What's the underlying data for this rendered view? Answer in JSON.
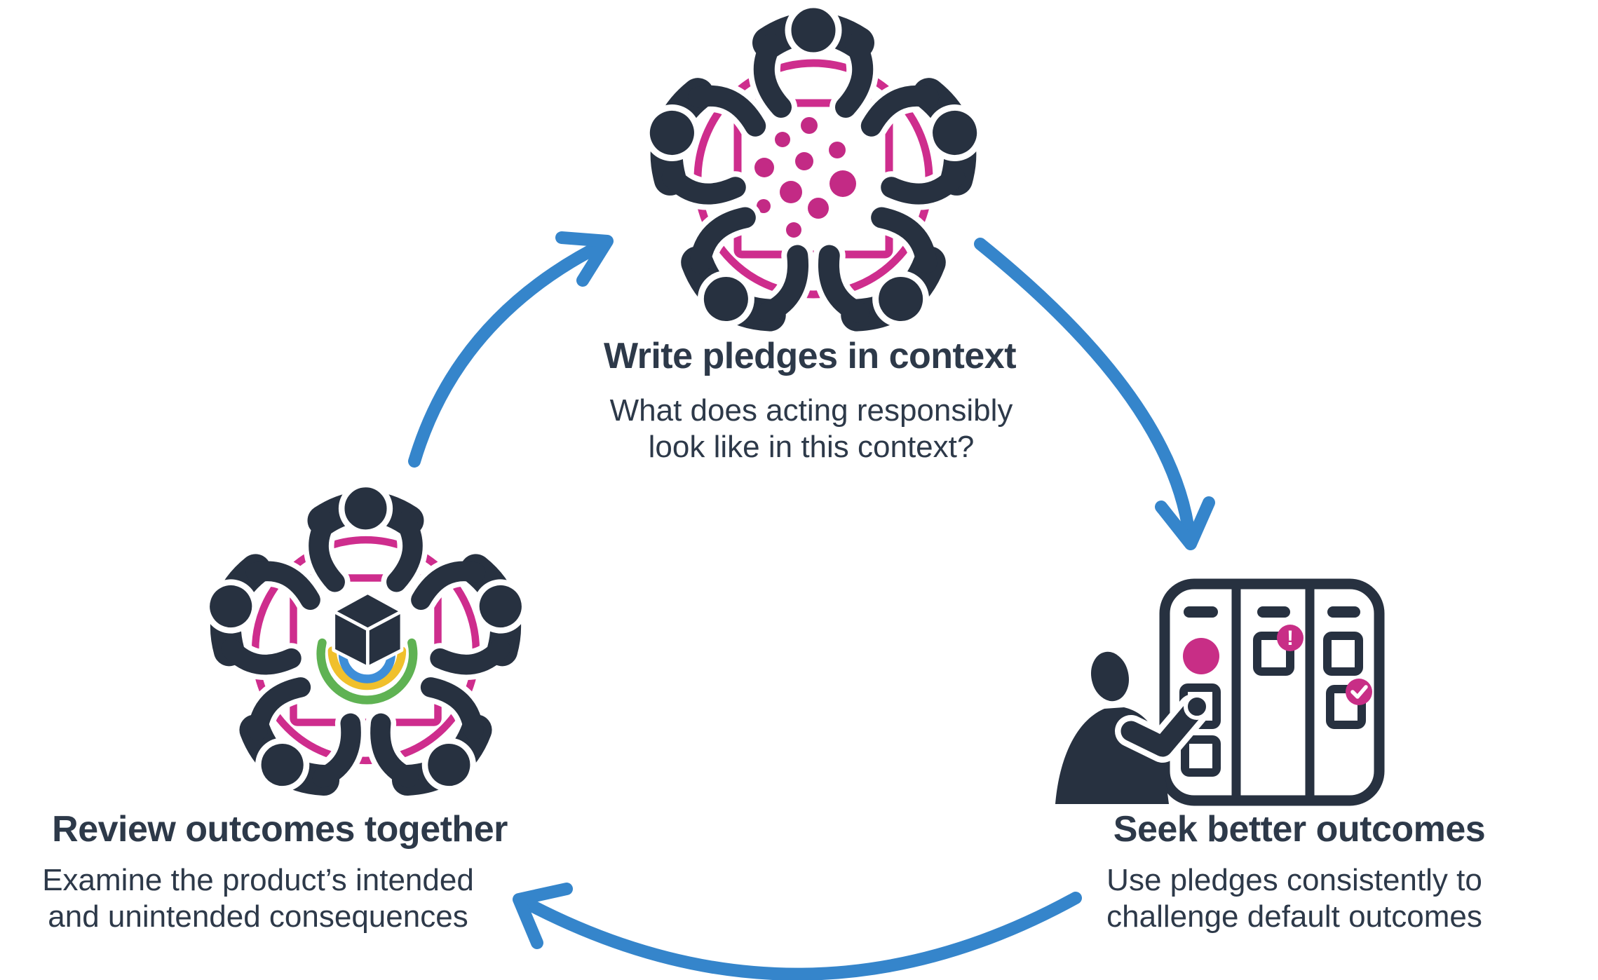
{
  "diagram": {
    "background": "#FFFFFF",
    "colors": {
      "icon_navy": "#273140",
      "text_navy": "#2D3949",
      "table_pink": "#CE2D8D",
      "dot_pink": "#C32A85",
      "badge_pink": "#C82E86",
      "arrow_blue": "#3585CB",
      "arc_blue": "#3E8ED8",
      "arc_yellow": "#F0C02C",
      "arc_green": "#5FB253"
    },
    "nodes": {
      "write": {
        "title": "Write pledges in context",
        "subtitle_lines": [
          "What does acting responsibly",
          "look like in this context?"
        ],
        "icon": "roundtable-ideas-icon"
      },
      "seek": {
        "title": "Seek better outcomes",
        "subtitle_lines": [
          "Use pledges consistently to",
          "challenge default outcomes"
        ],
        "icon": "kanban-board-icon"
      },
      "review": {
        "title": "Review outcomes together",
        "subtitle_lines": [
          "Examine the product’s intended",
          "and unintended consequences"
        ],
        "icon": "roundtable-product-icon"
      }
    },
    "badges": {
      "alert": "!"
    }
  }
}
